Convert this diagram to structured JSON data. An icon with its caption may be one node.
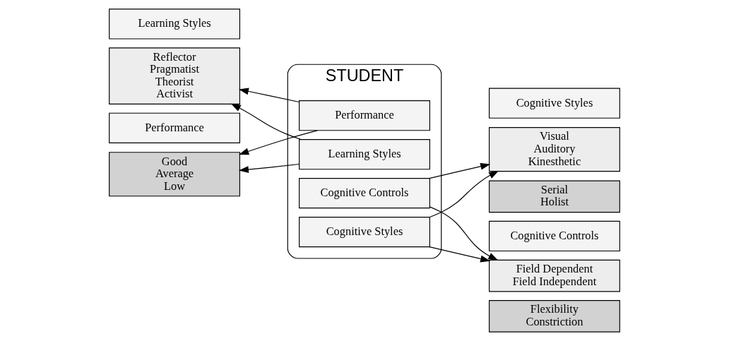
{
  "diagram": {
    "nodes": [
      {
        "text": [
          "STUDENT"
        ]
      },
      {
        "text": [
          "Cognitive Styles"
        ],
        "in": 0
      },
      {
        "text": [
          "Cognitive Controls"
        ],
        "in": 0
      },
      {
        "text": [
          "Learning Styles"
        ],
        "in": 0
      },
      {
        "text": [
          "Performance"
        ],
        "in": 0
      },
      {
        "text": [
          "Learning Styles"
        ]
      },
      {
        "text": [
          "Reflector Pragmatist Theorist Activist"
        ]
      },
      {
        "text": [
          "Performance"
        ]
      },
      {
        "text": [
          "Good Average Low"
        ]
      },
      {
        "text": [
          "Cognitive Styles"
        ]
      },
      {
        "text": [
          "Visual Auditory Kinesthetic"
        ]
      },
      {
        "text": [
          "Serial Holist"
        ]
      },
      {
        "text": [
          "Cognitive Controls"
        ]
      },
      {
        "text": [
          "Field Dependent Field Independent"
        ]
      },
      {
        "text": [
          "Flexibility Constriction"
        ]
      }
    ],
    "edges": [
      {
        "from": 1,
        "to": 10,
        "arrow": "to"
      },
      {
        "from": 1,
        "to": 13,
        "arrow": "to"
      },
      {
        "from": 2,
        "to": 10,
        "arrow": "to"
      },
      {
        "from": 2,
        "to": 13,
        "arrow": "to"
      },
      {
        "from": 3,
        "to": 6,
        "arrow": "to"
      },
      {
        "from": 3,
        "to": 8,
        "arrow": "to"
      },
      {
        "from": 4,
        "to": 6,
        "arrow": "to"
      },
      {
        "from": 4,
        "to": 8,
        "arrow": "to"
      }
    ]
  }
}
